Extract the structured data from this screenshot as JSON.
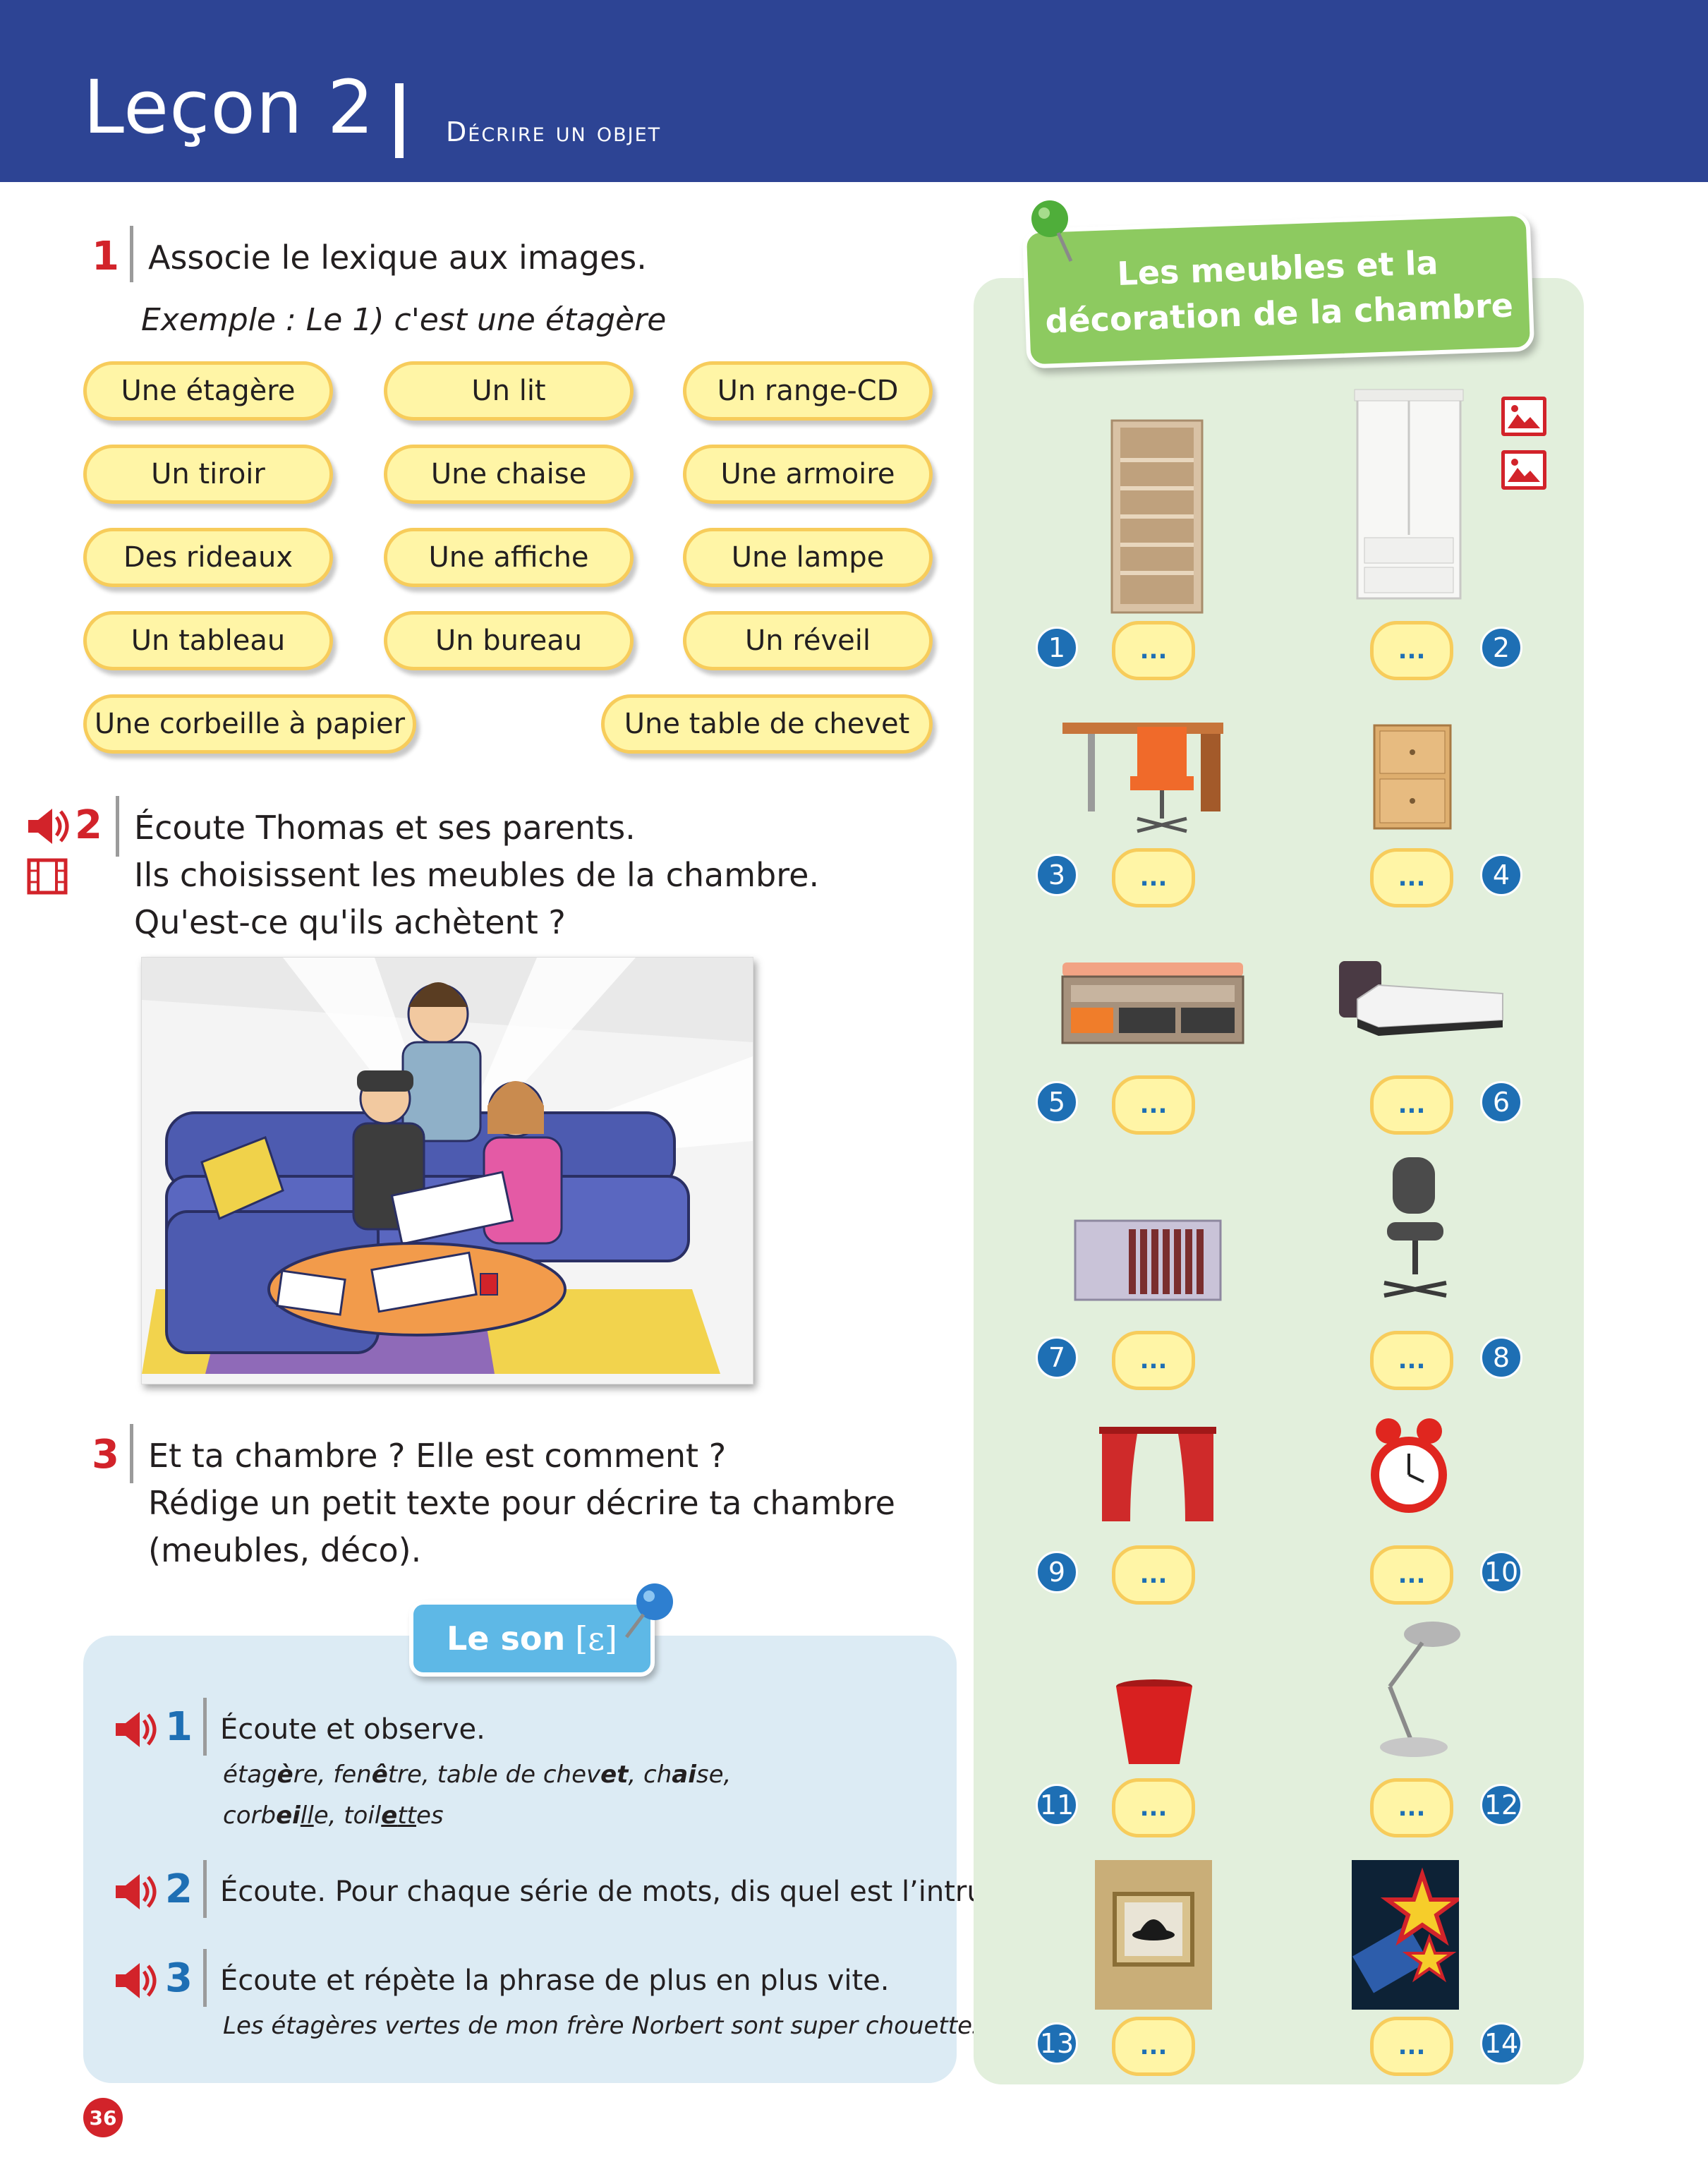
{
  "header": {
    "lesson": "Leçon 2",
    "subtitle": "Décrire un objet"
  },
  "exercise1": {
    "number": "1",
    "instruction": "Associe le lexique aux images.",
    "example": "Exemple : Le 1) c'est une étagère",
    "words": [
      "Une étagère",
      "Un lit",
      "Un range-CD",
      "Un tiroir",
      "Une chaise",
      "Une armoire",
      "Des rideaux",
      "Une affiche",
      "Une lampe",
      "Un tableau",
      "Un bureau",
      "Un réveil",
      "Une corbeille à papier",
      "Une table de chevet"
    ]
  },
  "exercise2": {
    "number": "2",
    "lines": [
      "Écoute Thomas et ses parents.",
      "Ils choisissent les meubles de la chambre.",
      "Qu'est-ce qu'ils achètent ?"
    ]
  },
  "exercise3": {
    "number": "3",
    "lines": [
      "Et ta chambre ? Elle est comment ?",
      "Rédige un petit texte pour décrire ta chambre",
      "(meubles, déco)."
    ]
  },
  "son": {
    "tab_label": "Le son",
    "phoneme": "[ε]",
    "items": [
      {
        "number": "1",
        "text": "Écoute et observe."
      },
      {
        "number": "2",
        "text": "Écoute. Pour chaque série de mots, dis quel est l’intrus."
      },
      {
        "number": "3",
        "text": "Écoute et répète la phrase de plus en plus vite.",
        "sub": "Les étagères vertes de mon frère Norbert sont super chouettes."
      }
    ]
  },
  "panel": {
    "title_line1": "Les meubles et la",
    "title_line2": "décoration de la chambre",
    "answer_placeholder": "...",
    "numbers": [
      "1",
      "2",
      "3",
      "4",
      "5",
      "6",
      "7",
      "8",
      "9",
      "10",
      "11",
      "12",
      "13",
      "14"
    ],
    "image_icons": [
      "image-icon",
      "image-icon"
    ]
  },
  "page_number": "36",
  "colors": {
    "header_blue": "#2d4494",
    "exercise_red": "#d2232a",
    "son_blue": "#1e6fb4",
    "pill_yellow": "#fff5a6",
    "panel_green": "#e2efdc"
  }
}
